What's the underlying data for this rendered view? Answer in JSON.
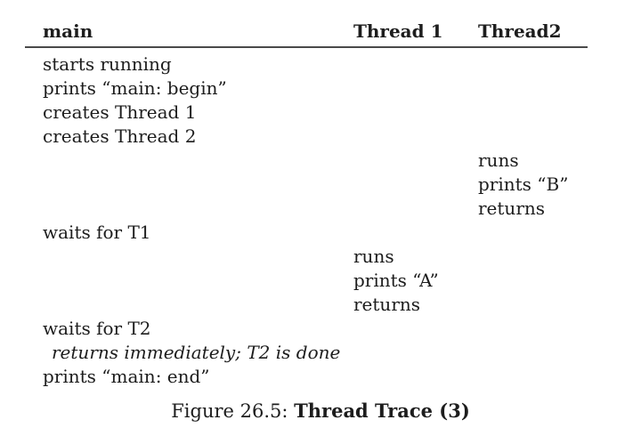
{
  "page": {
    "background_color": "#ffffff",
    "text_color": "#1d1d1d",
    "rule_color": "#4a4a4a"
  },
  "table": {
    "headers": {
      "main": "main",
      "thread1": "Thread 1",
      "thread2": "Thread2"
    },
    "rows": [
      {
        "main": "starts running",
        "t1": "",
        "t2": ""
      },
      {
        "main": "prints “main: begin”",
        "t1": "",
        "t2": ""
      },
      {
        "main": "creates Thread 1",
        "t1": "",
        "t2": ""
      },
      {
        "main": "creates Thread 2",
        "t1": "",
        "t2": ""
      },
      {
        "main": "",
        "t1": "",
        "t2": "runs"
      },
      {
        "main": "",
        "t1": "",
        "t2": "prints “B”"
      },
      {
        "main": "",
        "t1": "",
        "t2": "returns"
      },
      {
        "main": "waits for T1",
        "t1": "",
        "t2": ""
      },
      {
        "main": "",
        "t1": "runs",
        "t2": ""
      },
      {
        "main": "",
        "t1": "prints “A”",
        "t2": ""
      },
      {
        "main": "",
        "t1": "returns",
        "t2": ""
      },
      {
        "main": "waits for T2",
        "t1": "",
        "t2": ""
      },
      {
        "main": "returns immediately; T2 is done",
        "t1": "",
        "t2": ""
      },
      {
        "main": "prints “main: end”",
        "t1": "",
        "t2": ""
      }
    ]
  },
  "caption": {
    "prefix": "Figure 26.5: ",
    "title": "Thread Trace (3)"
  }
}
